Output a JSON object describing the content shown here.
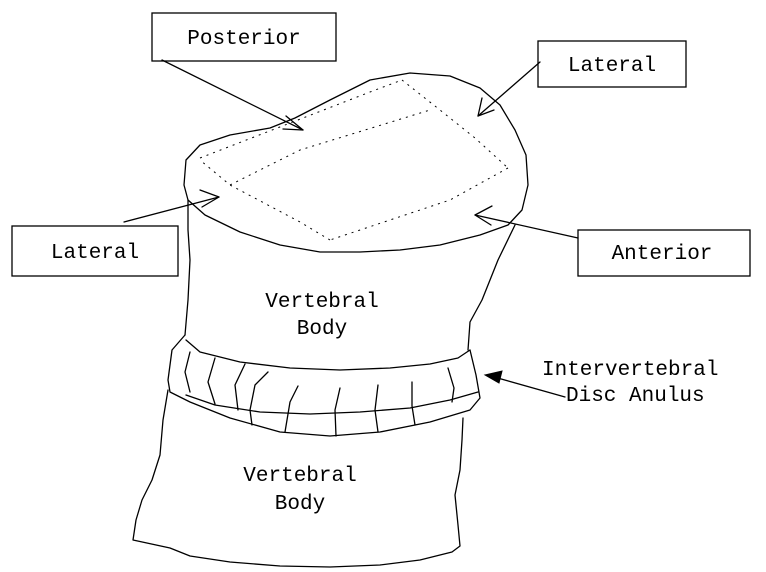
{
  "labels": {
    "posterior": "Posterior",
    "lateral_right": "Lateral",
    "lateral_left": "Lateral",
    "anterior": "Anterior",
    "body_upper_line1": "Vertebral",
    "body_upper_line2": "Body",
    "body_lower_line1": "Vertebral",
    "body_lower_line2": "Body",
    "disc_line1": "Intervertebral",
    "disc_line2": "Disc Anulus"
  }
}
